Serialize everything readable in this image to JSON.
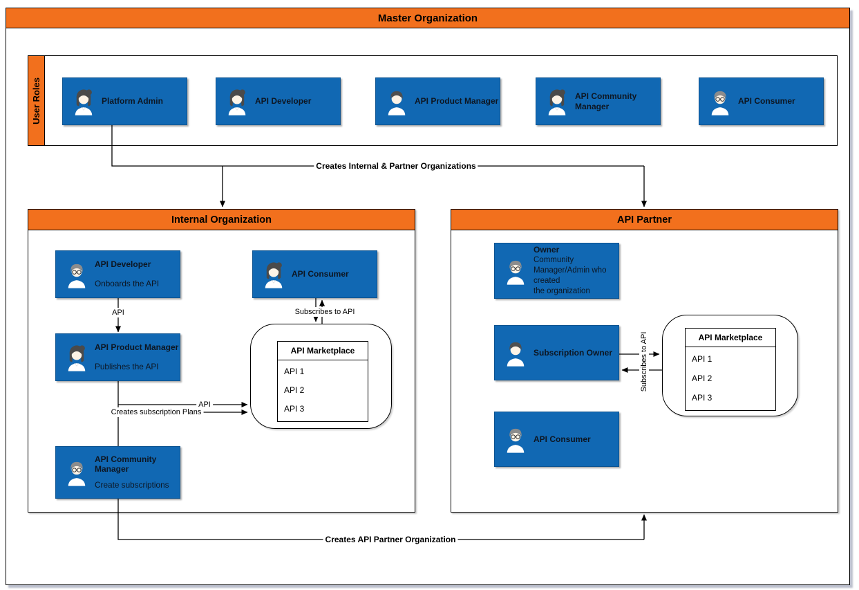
{
  "colors": {
    "accent_orange": "#F2701D",
    "node_blue": "#1168B3",
    "line": "#000000"
  },
  "master": {
    "title": "Master Organization"
  },
  "user_roles": {
    "label": "User Roles",
    "items": [
      {
        "label": "Platform Admin",
        "icon": "avatar-woman-icon",
        "avatar": "#av-woman"
      },
      {
        "label": "API Developer",
        "icon": "avatar-woman-icon",
        "avatar": "#av-woman"
      },
      {
        "label": "API Product Manager",
        "icon": "avatar-man-icon",
        "avatar": "#av-man"
      },
      {
        "label": "API Community Manager",
        "icon": "avatar-woman-icon",
        "avatar": "#av-woman"
      },
      {
        "label": "API Consumer",
        "icon": "avatar-man-glasses-icon",
        "avatar": "#av-man-glasses"
      }
    ]
  },
  "internal_org": {
    "title": "Internal Organization",
    "api_developer": {
      "title": "API Developer",
      "subtitle": "Onboards the API",
      "icon": "avatar-man-glasses-icon",
      "avatar": "#av-man-glasses"
    },
    "api_consumer": {
      "title": "API Consumer",
      "icon": "avatar-woman-icon",
      "avatar": "#av-woman"
    },
    "api_product_manager": {
      "title": "API Product Manager",
      "subtitle": "Publishes the API",
      "icon": "avatar-woman-icon",
      "avatar": "#av-woman"
    },
    "api_community_manager": {
      "title": "API Community Manager",
      "subtitle": "Create subscriptions",
      "icon": "avatar-man-glasses-icon",
      "avatar": "#av-man-glasses"
    },
    "marketplace": {
      "title": "API Marketplace",
      "apis": [
        "API 1",
        "API 2",
        "API 3"
      ]
    }
  },
  "api_partner": {
    "title": "API Partner",
    "owner": {
      "title": "Owner",
      "subtitle": "Community Manager/Admin who created\nthe organization",
      "icon": "avatar-man-glasses-icon",
      "avatar": "#av-man-glasses"
    },
    "subscription_owner": {
      "title": "Subscription Owner",
      "icon": "avatar-man-icon",
      "avatar": "#av-man"
    },
    "api_consumer": {
      "title": "API Consumer",
      "icon": "avatar-man-glasses-icon",
      "avatar": "#av-man-glasses"
    },
    "marketplace": {
      "title": "API Marketplace",
      "apis": [
        "API 1",
        "API 2",
        "API 3"
      ]
    }
  },
  "connectors": {
    "creates_orgs": "Creates Internal & Partner Organizations",
    "api_vertical": "API",
    "api_horizontal": "API",
    "subscribes_internal": "Subscribes to API",
    "creates_subscription_plans": "Creates subscription Plans",
    "subscribes_partner": "Subscribes to API",
    "creates_api_partner_org": "Creates API Partner Organization"
  }
}
